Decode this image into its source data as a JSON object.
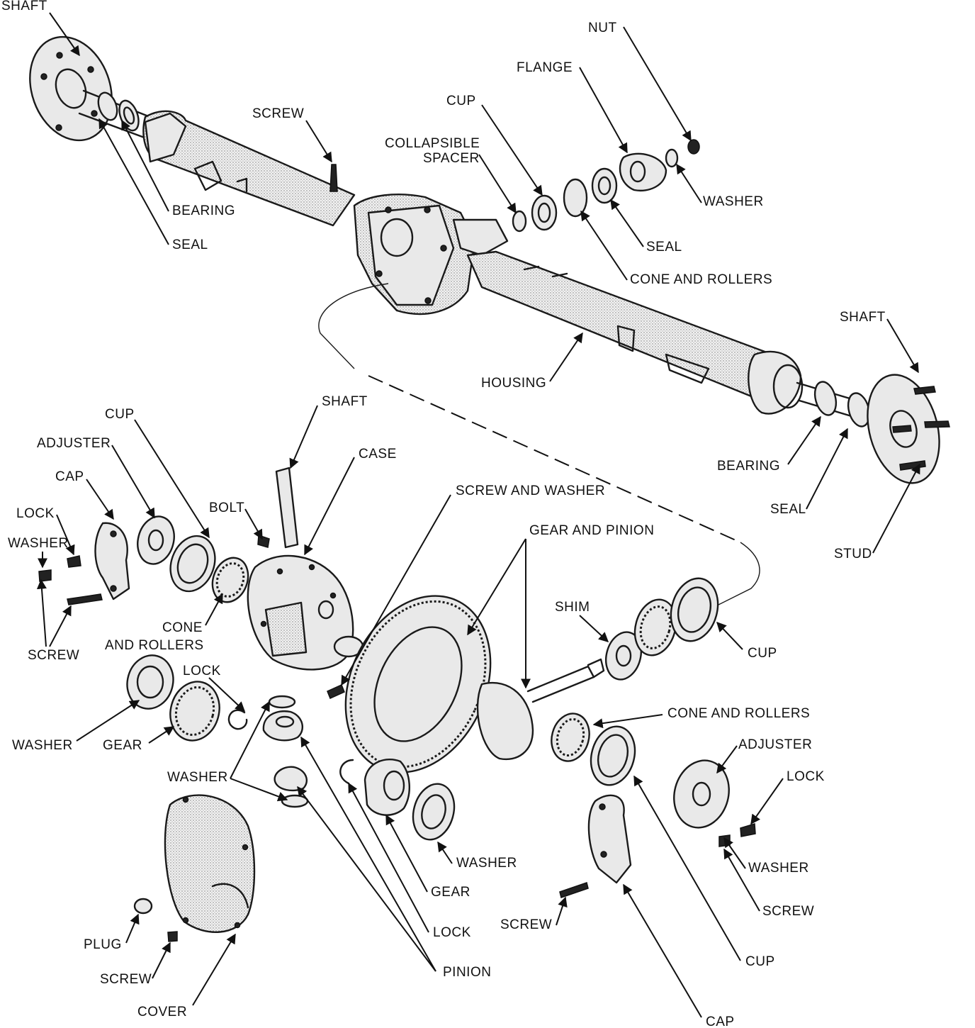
{
  "labels": {
    "shaft_left": "SHAFT",
    "bearing_left": "BEARING",
    "seal_left": "SEAL",
    "screw_top": "SCREW",
    "collapsible_spacer_line1": "COLLAPSIBLE",
    "collapsible_spacer_line2": "SPACER",
    "cup_top": "CUP",
    "flange": "FLANGE",
    "nut": "NUT",
    "washer_top": "WASHER",
    "seal_top": "SEAL",
    "cone_rollers_top": "CONE AND ROLLERS",
    "housing": "HOUSING",
    "shaft_right": "SHAFT",
    "bearing_right": "BEARING",
    "seal_right": "SEAL",
    "stud": "STUD",
    "cup_left": "CUP",
    "adjuster_left": "ADJUSTER",
    "cap_left": "CAP",
    "lock_left": "LOCK",
    "washer_left": "WASHER",
    "screw_left": "SCREW",
    "shaft_mid": "SHAFT",
    "case": "CASE",
    "bolt": "BOLT",
    "screw_and_washer": "SCREW AND WASHER",
    "gear_and_pinion": "GEAR AND PINION",
    "cone_rollers_left_line1": "CONE",
    "cone_rollers_left_line2": "AND ROLLERS",
    "shim": "SHIM",
    "cup_right_mid": "CUP",
    "washer_gear_left": "WASHER",
    "gear_left": "GEAR",
    "lock_mid": "LOCK",
    "washer_mid": "WASHER",
    "cone_rollers_right": "CONE AND ROLLERS",
    "adjuster_right": "ADJUSTER",
    "lock_right": "LOCK",
    "washer_right": "WASHER",
    "screw_right": "SCREW",
    "washer_lower": "WASHER",
    "gear_lower": "GEAR",
    "lock_lower": "LOCK",
    "pinion": "PINION",
    "screw_lower": "SCREW",
    "cup_lower": "CUP",
    "cap_lower": "CAP",
    "plug": "PLUG",
    "screw_cover": "SCREW",
    "cover": "COVER"
  }
}
